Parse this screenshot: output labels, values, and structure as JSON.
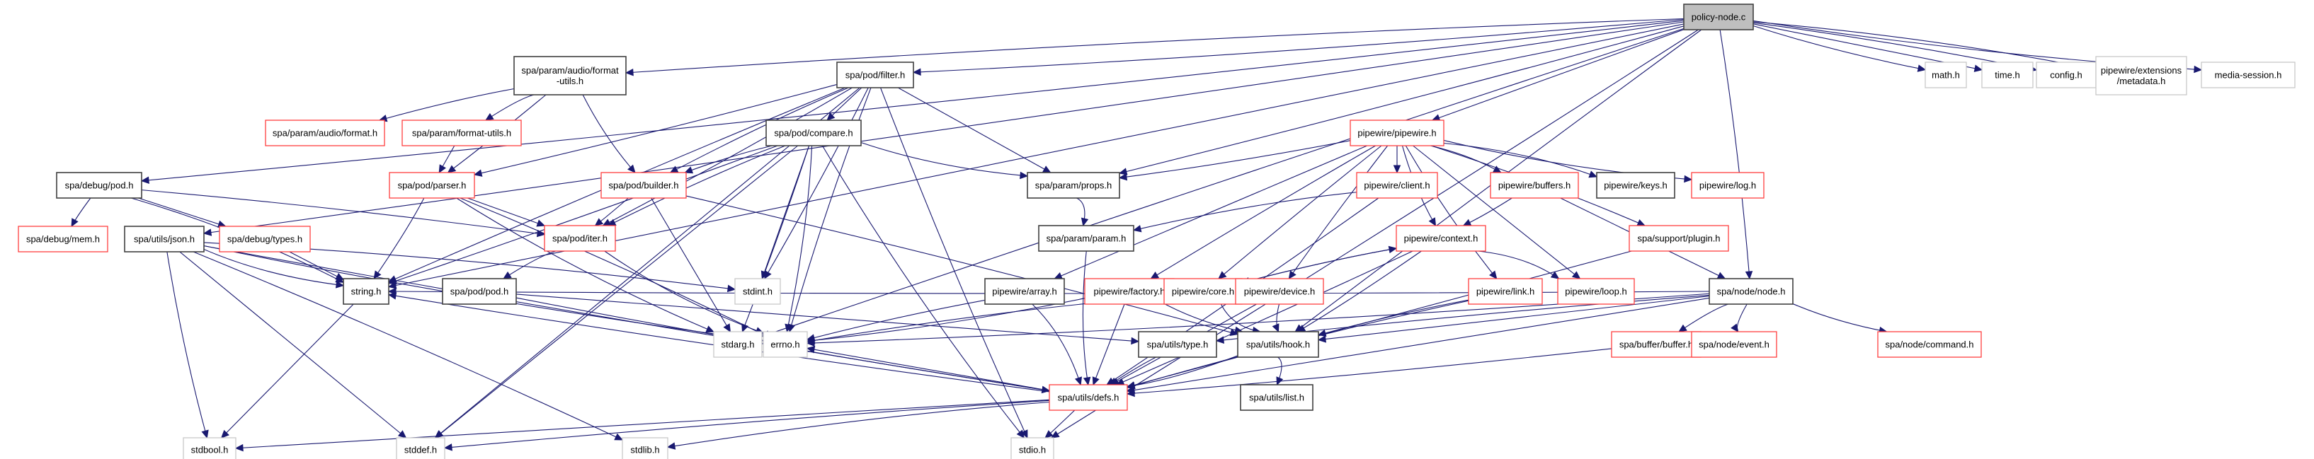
{
  "diagram": {
    "type": "include-dependency-graph",
    "title": "policy-node.c",
    "legend_colors": {
      "edge": "#191970",
      "root_fill": "#bfbfbf",
      "documented_border": "#404040",
      "truncated_border": "#ff3f3f",
      "external_border": "#c8c8c8"
    },
    "nodes": [
      {
        "id": "policy_node_c",
        "lines": [
          "policy-node.c"
        ],
        "kind": "root"
      },
      {
        "id": "spa_debug_pod_h",
        "lines": [
          "spa/debug/pod.h"
        ],
        "kind": "black"
      },
      {
        "id": "spa_utils_json_h",
        "lines": [
          "spa/utils/json.h"
        ],
        "kind": "black"
      },
      {
        "id": "spa_param_audio_format_utils_h",
        "lines": [
          "spa/param/audio/format",
          "-utils.h"
        ],
        "kind": "black"
      },
      {
        "id": "spa_pod_filter_h",
        "lines": [
          "spa/pod/filter.h"
        ],
        "kind": "black"
      },
      {
        "id": "spa_param_audio_format_h",
        "lines": [
          "spa/param/audio/format.h"
        ],
        "kind": "red"
      },
      {
        "id": "spa_param_format_utils_h",
        "lines": [
          "spa/param/format-utils.h"
        ],
        "kind": "red"
      },
      {
        "id": "spa_pod_compare_h",
        "lines": [
          "spa/pod/compare.h"
        ],
        "kind": "black"
      },
      {
        "id": "spa_debug_mem_h",
        "lines": [
          "spa/debug/mem.h"
        ],
        "kind": "red"
      },
      {
        "id": "spa_debug_types_h",
        "lines": [
          "spa/debug/types.h"
        ],
        "kind": "red"
      },
      {
        "id": "spa_pod_parser_h",
        "lines": [
          "spa/pod/parser.h"
        ],
        "kind": "red"
      },
      {
        "id": "spa_pod_builder_h",
        "lines": [
          "spa/pod/builder.h"
        ],
        "kind": "red"
      },
      {
        "id": "spa_pod_iter_h",
        "lines": [
          "spa/pod/iter.h"
        ],
        "kind": "red"
      },
      {
        "id": "string_h",
        "lines": [
          "string.h"
        ],
        "kind": "black"
      },
      {
        "id": "spa_pod_pod_h",
        "lines": [
          "spa/pod/pod.h"
        ],
        "kind": "black"
      },
      {
        "id": "stdint_h",
        "lines": [
          "stdint.h"
        ],
        "kind": "gray"
      },
      {
        "id": "stdarg_h",
        "lines": [
          "stdarg.h"
        ],
        "kind": "gray"
      },
      {
        "id": "errno_h",
        "lines": [
          "errno.h"
        ],
        "kind": "gray"
      },
      {
        "id": "stdbool_h",
        "lines": [
          "stdbool.h"
        ],
        "kind": "gray"
      },
      {
        "id": "stddef_h",
        "lines": [
          "stddef.h"
        ],
        "kind": "gray"
      },
      {
        "id": "stdlib_h",
        "lines": [
          "stdlib.h"
        ],
        "kind": "gray"
      },
      {
        "id": "stdio_h",
        "lines": [
          "stdio.h"
        ],
        "kind": "gray"
      },
      {
        "id": "spa_param_props_h",
        "lines": [
          "spa/param/props.h"
        ],
        "kind": "black"
      },
      {
        "id": "spa_param_param_h",
        "lines": [
          "spa/param/param.h"
        ],
        "kind": "black"
      },
      {
        "id": "pipewire_pipewire_h",
        "lines": [
          "pipewire/pipewire.h"
        ],
        "kind": "red"
      },
      {
        "id": "pipewire_client_h",
        "lines": [
          "pipewire/client.h"
        ],
        "kind": "red"
      },
      {
        "id": "pipewire_buffers_h",
        "lines": [
          "pipewire/buffers.h"
        ],
        "kind": "red"
      },
      {
        "id": "pipewire_keys_h",
        "lines": [
          "pipewire/keys.h"
        ],
        "kind": "black"
      },
      {
        "id": "pipewire_log_h",
        "lines": [
          "pipewire/log.h"
        ],
        "kind": "red"
      },
      {
        "id": "pipewire_context_h",
        "lines": [
          "pipewire/context.h"
        ],
        "kind": "red"
      },
      {
        "id": "spa_support_plugin_h",
        "lines": [
          "spa/support/plugin.h"
        ],
        "kind": "red"
      },
      {
        "id": "pipewire_array_h",
        "lines": [
          "pipewire/array.h"
        ],
        "kind": "black"
      },
      {
        "id": "pipewire_factory_h",
        "lines": [
          "pipewire/factory.h"
        ],
        "kind": "red"
      },
      {
        "id": "pipewire_core_h",
        "lines": [
          "pipewire/core.h"
        ],
        "kind": "red"
      },
      {
        "id": "pipewire_device_h",
        "lines": [
          "pipewire/device.h"
        ],
        "kind": "red"
      },
      {
        "id": "pipewire_link_h",
        "lines": [
          "pipewire/link.h"
        ],
        "kind": "red"
      },
      {
        "id": "pipewire_loop_h",
        "lines": [
          "pipewire/loop.h"
        ],
        "kind": "red"
      },
      {
        "id": "spa_node_node_h",
        "lines": [
          "spa/node/node.h"
        ],
        "kind": "black"
      },
      {
        "id": "spa_utils_type_h",
        "lines": [
          "spa/utils/type.h"
        ],
        "kind": "black"
      },
      {
        "id": "spa_utils_hook_h",
        "lines": [
          "spa/utils/hook.h"
        ],
        "kind": "black"
      },
      {
        "id": "spa_utils_defs_h",
        "lines": [
          "spa/utils/defs.h"
        ],
        "kind": "red"
      },
      {
        "id": "spa_utils_list_h",
        "lines": [
          "spa/utils/list.h"
        ],
        "kind": "black"
      },
      {
        "id": "spa_buffer_buffer_h",
        "lines": [
          "spa/buffer/buffer.h"
        ],
        "kind": "red"
      },
      {
        "id": "spa_node_event_h",
        "lines": [
          "spa/node/event.h"
        ],
        "kind": "red"
      },
      {
        "id": "spa_node_command_h",
        "lines": [
          "spa/node/command.h"
        ],
        "kind": "red"
      },
      {
        "id": "math_h",
        "lines": [
          "math.h"
        ],
        "kind": "gray"
      },
      {
        "id": "time_h",
        "lines": [
          "time.h"
        ],
        "kind": "gray"
      },
      {
        "id": "config_h",
        "lines": [
          "config.h"
        ],
        "kind": "gray"
      },
      {
        "id": "pipewire_extensions_metadata_h",
        "lines": [
          "pipewire/extensions",
          "/metadata.h"
        ],
        "kind": "gray"
      },
      {
        "id": "media_session_h",
        "lines": [
          "media-session.h"
        ],
        "kind": "gray"
      }
    ],
    "edges": [
      [
        "policy_node_c",
        "spa_debug_pod_h"
      ],
      [
        "policy_node_c",
        "spa_utils_json_h"
      ],
      [
        "policy_node_c",
        "string_h"
      ],
      [
        "policy_node_c",
        "stdarg_h"
      ],
      [
        "policy_node_c",
        "spa_param_audio_format_utils_h"
      ],
      [
        "policy_node_c",
        "spa_pod_filter_h"
      ],
      [
        "policy_node_c",
        "spa_param_props_h"
      ],
      [
        "policy_node_c",
        "pipewire_pipewire_h"
      ],
      [
        "policy_node_c",
        "spa_node_node_h"
      ],
      [
        "policy_node_c",
        "spa_utils_hook_h"
      ],
      [
        "policy_node_c",
        "stdio_h"
      ],
      [
        "policy_node_c",
        "math_h"
      ],
      [
        "policy_node_c",
        "time_h"
      ],
      [
        "policy_node_c",
        "config_h"
      ],
      [
        "policy_node_c",
        "pipewire_extensions_metadata_h"
      ],
      [
        "policy_node_c",
        "media_session_h"
      ],
      [
        "spa_debug_pod_h",
        "spa_debug_mem_h"
      ],
      [
        "spa_debug_pod_h",
        "spa_debug_types_h"
      ],
      [
        "spa_debug_pod_h",
        "spa_pod_iter_h"
      ],
      [
        "spa_debug_pod_h",
        "string_h"
      ],
      [
        "spa_utils_json_h",
        "string_h"
      ],
      [
        "spa_utils_json_h",
        "stdbool_h"
      ],
      [
        "spa_utils_json_h",
        "stddef_h"
      ],
      [
        "spa_utils_json_h",
        "stdlib_h"
      ],
      [
        "spa_utils_json_h",
        "stdint_h"
      ],
      [
        "spa_utils_json_h",
        "errno_h"
      ],
      [
        "spa_utils_json_h",
        "spa_utils_defs_h"
      ],
      [
        "spa_debug_types_h",
        "string_h"
      ],
      [
        "spa_param_audio_format_utils_h",
        "spa_param_audio_format_h"
      ],
      [
        "spa_param_audio_format_utils_h",
        "spa_param_format_utils_h"
      ],
      [
        "spa_param_audio_format_utils_h",
        "spa_pod_parser_h"
      ],
      [
        "spa_param_audio_format_utils_h",
        "spa_pod_builder_h"
      ],
      [
        "spa_param_format_utils_h",
        "spa_pod_parser_h"
      ],
      [
        "spa_pod_filter_h",
        "spa_pod_compare_h"
      ],
      [
        "spa_pod_filter_h",
        "spa_pod_builder_h"
      ],
      [
        "spa_pod_filter_h",
        "spa_pod_iter_h"
      ],
      [
        "spa_pod_filter_h",
        "spa_pod_parser_h"
      ],
      [
        "spa_pod_filter_h",
        "spa_param_props_h"
      ],
      [
        "spa_pod_filter_h",
        "string_h"
      ],
      [
        "spa_pod_filter_h",
        "stdint_h"
      ],
      [
        "spa_pod_filter_h",
        "errno_h"
      ],
      [
        "spa_pod_filter_h",
        "stdio_h"
      ],
      [
        "spa_pod_filter_h",
        "stddef_h"
      ],
      [
        "spa_pod_compare_h",
        "spa_pod_builder_h"
      ],
      [
        "spa_pod_compare_h",
        "spa_pod_iter_h"
      ],
      [
        "spa_pod_compare_h",
        "spa_param_props_h"
      ],
      [
        "spa_pod_compare_h",
        "string_h"
      ],
      [
        "spa_pod_compare_h",
        "stdint_h"
      ],
      [
        "spa_pod_compare_h",
        "stdarg_h"
      ],
      [
        "spa_pod_compare_h",
        "errno_h"
      ],
      [
        "spa_pod_compare_h",
        "stdio_h"
      ],
      [
        "spa_pod_compare_h",
        "stddef_h"
      ],
      [
        "spa_pod_parser_h",
        "spa_pod_iter_h"
      ],
      [
        "spa_pod_parser_h",
        "errno_h"
      ],
      [
        "spa_pod_parser_h",
        "string_h"
      ],
      [
        "spa_pod_parser_h",
        "stdarg_h"
      ],
      [
        "spa_pod_builder_h",
        "spa_pod_iter_h"
      ],
      [
        "spa_pod_builder_h",
        "stdarg_h"
      ],
      [
        "spa_pod_builder_h",
        "spa_utils_hook_h"
      ],
      [
        "spa_pod_iter_h",
        "spa_pod_pod_h"
      ],
      [
        "spa_pod_iter_h",
        "errno_h"
      ],
      [
        "spa_pod_pod_h",
        "spa_utils_defs_h"
      ],
      [
        "spa_pod_pod_h",
        "spa_utils_type_h"
      ],
      [
        "string_h",
        "stdbool_h"
      ],
      [
        "spa_param_props_h",
        "spa_param_param_h"
      ],
      [
        "spa_param_param_h",
        "spa_utils_defs_h"
      ],
      [
        "pipewire_pipewire_h",
        "spa_param_props_h"
      ],
      [
        "pipewire_pipewire_h",
        "pipewire_client_h"
      ],
      [
        "pipewire_pipewire_h",
        "pipewire_buffers_h"
      ],
      [
        "pipewire_pipewire_h",
        "pipewire_keys_h"
      ],
      [
        "pipewire_pipewire_h",
        "pipewire_log_h"
      ],
      [
        "pipewire_pipewire_h",
        "pipewire_context_h"
      ],
      [
        "pipewire_pipewire_h",
        "pipewire_array_h"
      ],
      [
        "pipewire_pipewire_h",
        "pipewire_factory_h"
      ],
      [
        "pipewire_pipewire_h",
        "pipewire_core_h"
      ],
      [
        "pipewire_pipewire_h",
        "pipewire_device_h"
      ],
      [
        "pipewire_pipewire_h",
        "pipewire_link_h"
      ],
      [
        "pipewire_pipewire_h",
        "pipewire_loop_h"
      ],
      [
        "pipewire_pipewire_h",
        "spa_support_plugin_h"
      ],
      [
        "pipewire_client_h",
        "spa_param_param_h"
      ],
      [
        "pipewire_client_h",
        "spa_utils_defs_h"
      ],
      [
        "pipewire_buffers_h",
        "pipewire_context_h"
      ],
      [
        "pipewire_buffers_h",
        "spa_node_node_h"
      ],
      [
        "pipewire_context_h",
        "pipewire_core_h"
      ],
      [
        "pipewire_context_h",
        "pipewire_loop_h"
      ],
      [
        "pipewire_context_h",
        "spa_utils_hook_h"
      ],
      [
        "pipewire_context_h",
        "spa_utils_defs_h"
      ],
      [
        "spa_support_plugin_h",
        "spa_utils_defs_h"
      ],
      [
        "pipewire_array_h",
        "errno_h"
      ],
      [
        "pipewire_array_h",
        "spa_utils_defs_h"
      ],
      [
        "pipewire_factory_h",
        "errno_h"
      ],
      [
        "pipewire_factory_h",
        "spa_utils_hook_h"
      ],
      [
        "pipewire_factory_h",
        "spa_utils_defs_h"
      ],
      [
        "pipewire_core_h",
        "pipewire_context_h"
      ],
      [
        "pipewire_core_h",
        "errno_h"
      ],
      [
        "pipewire_core_h",
        "spa_utils_hook_h"
      ],
      [
        "pipewire_device_h",
        "spa_utils_hook_h"
      ],
      [
        "pipewire_device_h",
        "spa_utils_defs_h"
      ],
      [
        "pipewire_link_h",
        "spa_utils_hook_h"
      ],
      [
        "pipewire_link_h",
        "spa_utils_defs_h"
      ],
      [
        "spa_node_node_h",
        "errno_h"
      ],
      [
        "spa_node_node_h",
        "string_h"
      ],
      [
        "spa_node_node_h",
        "spa_utils_hook_h"
      ],
      [
        "spa_node_node_h",
        "spa_utils_type_h"
      ],
      [
        "spa_node_node_h",
        "spa_buffer_buffer_h"
      ],
      [
        "spa_node_node_h",
        "spa_node_event_h"
      ],
      [
        "spa_node_node_h",
        "spa_node_command_h"
      ],
      [
        "spa_node_node_h",
        "spa_utils_defs_h"
      ],
      [
        "spa_utils_type_h",
        "spa_utils_defs_h"
      ],
      [
        "spa_utils_hook_h",
        "spa_utils_list_h"
      ],
      [
        "spa_utils_hook_h",
        "spa_utils_defs_h"
      ],
      [
        "spa_buffer_buffer_h",
        "spa_utils_defs_h"
      ],
      [
        "spa_utils_defs_h",
        "stdbool_h"
      ],
      [
        "spa_utils_defs_h",
        "stddef_h"
      ],
      [
        "spa_utils_defs_h",
        "stdlib_h"
      ],
      [
        "spa_utils_defs_h",
        "stdio_h"
      ],
      [
        "spa_utils_defs_h",
        "string_h"
      ],
      [
        "spa_utils_defs_h",
        "errno_h"
      ]
    ]
  }
}
